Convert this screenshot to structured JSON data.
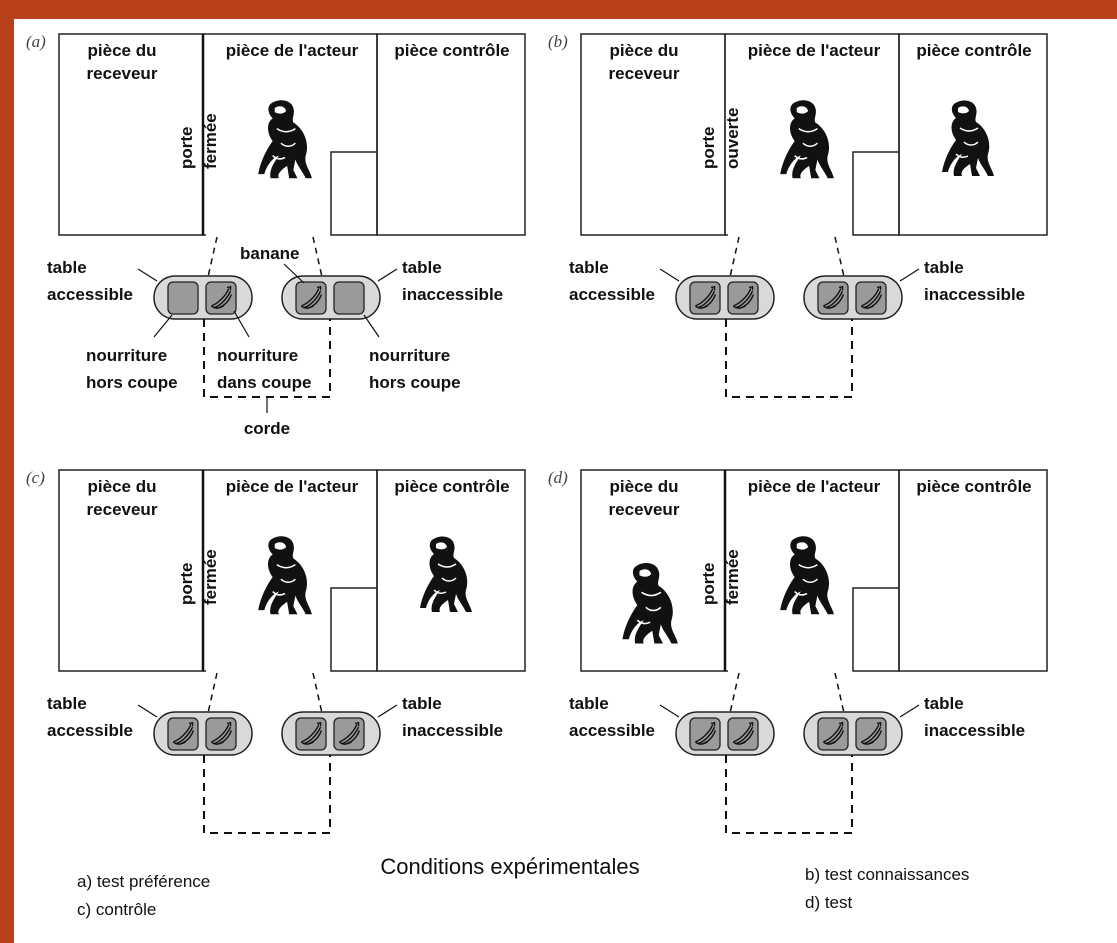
{
  "background": {
    "border_color": "#b8411a"
  },
  "panels": [
    {
      "id": "a",
      "label": "(a)",
      "room_receiver": [
        "pièce du",
        "receveur"
      ],
      "room_actor": "pièce de l'acteur",
      "room_control": "pièce contrôle",
      "door": [
        "porte",
        "fermée"
      ],
      "table_left": [
        "table",
        "accessible"
      ],
      "table_right": [
        "table",
        "inaccessible"
      ],
      "banana": "banane",
      "food_left": [
        "nourriture",
        "hors coupe"
      ],
      "food_middle": [
        "nourriture",
        "dans coupe"
      ],
      "food_right": [
        "nourriture",
        "hors coupe"
      ],
      "rope": "corde",
      "chimp_actor": true,
      "chimp_receiver": false,
      "chimp_control": false,
      "left_table_cells": [
        "empty",
        "banana"
      ],
      "right_table_cells": [
        "banana",
        "empty"
      ]
    },
    {
      "id": "b",
      "label": "(b)",
      "room_receiver": [
        "pièce du",
        "receveur"
      ],
      "room_actor": "pièce de l'acteur",
      "room_control": "pièce contrôle",
      "door": [
        "porte",
        "ouverte"
      ],
      "table_left": [
        "table",
        "accessible"
      ],
      "table_right": [
        "table",
        "inaccessible"
      ],
      "chimp_actor": true,
      "chimp_receiver": false,
      "chimp_control": true,
      "left_table_cells": [
        "banana",
        "banana"
      ],
      "right_table_cells": [
        "banana",
        "banana"
      ]
    },
    {
      "id": "c",
      "label": "(c)",
      "room_receiver": [
        "pièce du",
        "receveur"
      ],
      "room_actor": "pièce de l'acteur",
      "room_control": "pièce contrôle",
      "door": [
        "porte",
        "fermée"
      ],
      "table_left": [
        "table",
        "accessible"
      ],
      "table_right": [
        "table",
        "inaccessible"
      ],
      "chimp_actor": true,
      "chimp_receiver": false,
      "chimp_control": true,
      "left_table_cells": [
        "banana",
        "banana"
      ],
      "right_table_cells": [
        "banana",
        "banana"
      ]
    },
    {
      "id": "d",
      "label": "(d)",
      "room_receiver": [
        "pièce du",
        "receveur"
      ],
      "room_actor": "pièce de l'acteur",
      "room_control": "pièce contrôle",
      "door": [
        "porte",
        "fermée"
      ],
      "table_left": [
        "table",
        "accessible"
      ],
      "table_right": [
        "table",
        "inaccessible"
      ],
      "chimp_actor": true,
      "chimp_receiver": true,
      "chimp_control": false,
      "left_table_cells": [
        "banana",
        "banana"
      ],
      "right_table_cells": [
        "banana",
        "banana"
      ]
    }
  ],
  "caption": {
    "title": "Conditions expérimentales",
    "legend_left": [
      "a) test préférence",
      "c) contrôle"
    ],
    "legend_right": [
      "b) test connaissances",
      "d) test"
    ]
  }
}
